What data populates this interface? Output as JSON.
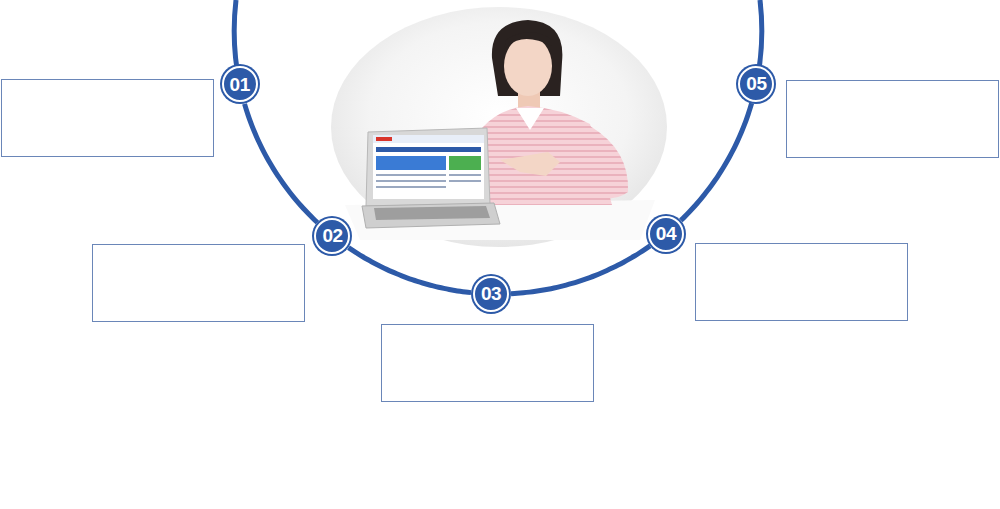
{
  "diagram": {
    "nodes": [
      {
        "text": [
          "01"
        ]
      },
      {
        "text": [
          "02"
        ]
      },
      {
        "text": [
          "03"
        ]
      },
      {
        "text": [
          "04"
        ]
      },
      {
        "text": [
          "05"
        ]
      }
    ],
    "edges": [
      {
        "from": 0,
        "to": 1,
        "arrow": "none"
      },
      {
        "from": 1,
        "to": 2,
        "arrow": "none"
      },
      {
        "from": 2,
        "to": 3,
        "arrow": "none"
      },
      {
        "from": 3,
        "to": 4,
        "arrow": "none"
      }
    ]
  }
}
